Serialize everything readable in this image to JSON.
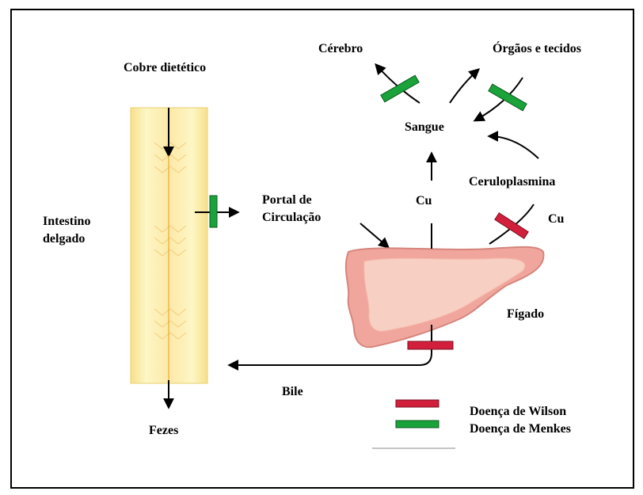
{
  "labels": {
    "cobre": "Cobre dietético",
    "cerebro": "Cérebro",
    "orgaos": "Órgãos e tecidos",
    "sangue": "Sangue",
    "ceruloplasmina": "Ceruloplasmina",
    "cu_top": "Cu",
    "cu_right": "Cu",
    "portal_line1": "Portal de",
    "portal_line2": "Circulação",
    "intestino_line1": "Intestino",
    "intestino_line2": "delgado",
    "figado": "Fígado",
    "bile": "Bile",
    "fezes": "Fezes"
  },
  "legend": {
    "wilson": "Doença de Wilson",
    "menkes": "Doença de Menkes"
  },
  "colors": {
    "wilson": "#d21f3c",
    "menkes": "#1aa33a",
    "intestine_fill": "#fbf1b0",
    "intestine_core": "#fde79a",
    "liver_fill": "#f3b0a8",
    "liver_inner": "#f9d3c5"
  }
}
